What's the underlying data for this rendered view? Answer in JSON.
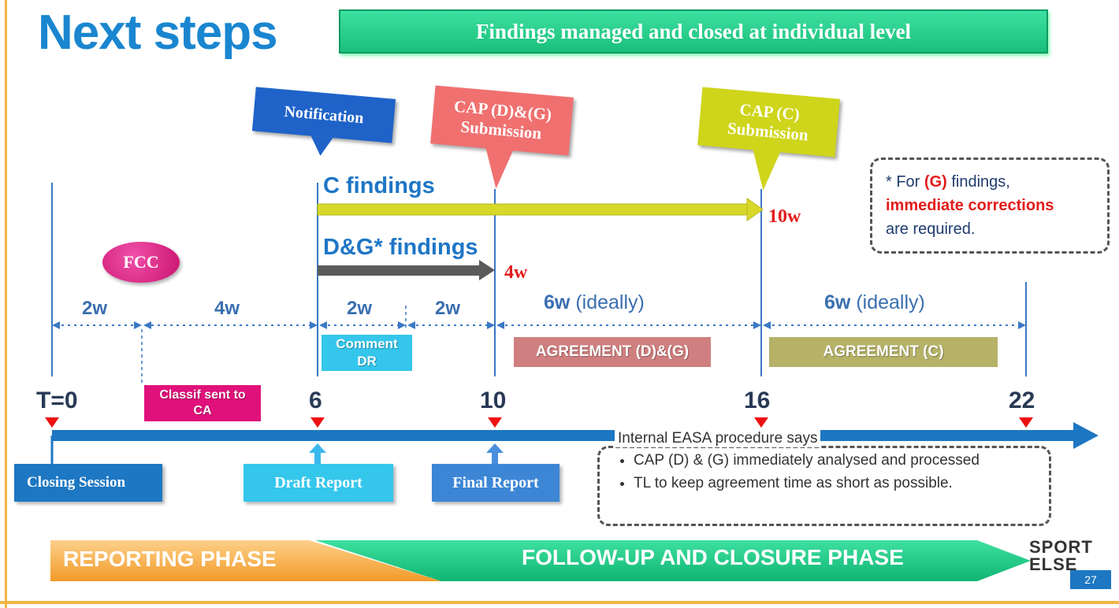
{
  "title": "Next steps",
  "banner": "Findings managed and closed at individual level",
  "callouts": {
    "notification": "Notification",
    "cap_dg": "CAP (D)&(G) Submission",
    "cap_c": "CAP (C) Submission"
  },
  "findings": {
    "c_label": "C findings",
    "c_duration": "10w",
    "dg_label": "D&G* findings",
    "dg_duration": "4w"
  },
  "fcc": "FCC",
  "note_g": {
    "prefix": "* For ",
    "g": "(G)",
    "suffix": " findings,",
    "emph": "immediate corrections",
    "tail": "are required."
  },
  "segments": {
    "s1": "2w",
    "s2": "4w",
    "s3": "2w",
    "s4": "2w",
    "s5_num": "6w",
    "s5_text": "(ideally)",
    "s6_num": "6w",
    "s6_text": "(ideally)"
  },
  "bars": {
    "comment_dr": "Comment DR",
    "agreement_dg": "AGREEMENT  (D)&(G)",
    "agreement_c": "AGREEMENT (C)",
    "classif": "Classif sent to CA"
  },
  "ticks": {
    "t0": "T=0",
    "t6": "6",
    "t10": "10",
    "t16": "16",
    "t22": "22"
  },
  "boxes": {
    "closing": "Closing Session",
    "draft": "Draft Report",
    "final": "Final Report"
  },
  "internal_note": {
    "heading": "Internal EASA procedure says",
    "bullet1": "CAP (D) & (G) immediately analysed and processed",
    "bullet2": "TL to keep agreement time as short as possible."
  },
  "phases": {
    "reporting": "REPORTING PHASE",
    "followup": "FOLLOW-UP AND CLOSURE PHASE"
  },
  "logo_text": "SPORT ELSE",
  "page_number": "27",
  "colors": {
    "title_blue": "#1a86d0",
    "banner_green": "#19bf7a",
    "timeline_blue": "#1d77c2",
    "c_arrow": "#d8d82a",
    "dg_arrow": "#555555",
    "red": "#e31b1b"
  }
}
